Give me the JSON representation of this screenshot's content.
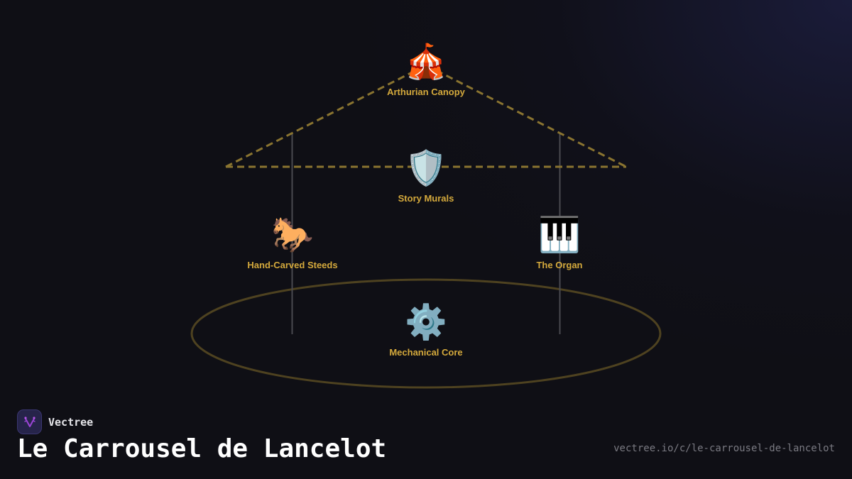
{
  "diagram": {
    "nodes": [
      {
        "id": "canopy",
        "label": "Arthurian Canopy",
        "icon": "circus-tent-icon",
        "emoji": "🎪"
      },
      {
        "id": "murals",
        "label": "Story Murals",
        "icon": "shield-icon",
        "emoji": "🛡️"
      },
      {
        "id": "steeds",
        "label": "Hand-Carved Steeds",
        "icon": "horse-icon",
        "emoji": "🐎"
      },
      {
        "id": "organ",
        "label": "The Organ",
        "icon": "piano-keys-icon",
        "emoji": "🎹"
      },
      {
        "id": "core",
        "label": "Mechanical Core",
        "icon": "gear-icon",
        "emoji": "⚙️"
      }
    ],
    "colors": {
      "accent": "#d4a93c",
      "roof_line": "#8a7430",
      "base_ellipse": "#4e4220",
      "poles": "#4a4a50",
      "background": "#0f0f15"
    }
  },
  "brand": {
    "name": "Vectree",
    "logo_icon": "vectree-logo-icon"
  },
  "title": "Le Carrousel de Lancelot",
  "url": "vectree.io/c/le-carrousel-de-lancelot"
}
